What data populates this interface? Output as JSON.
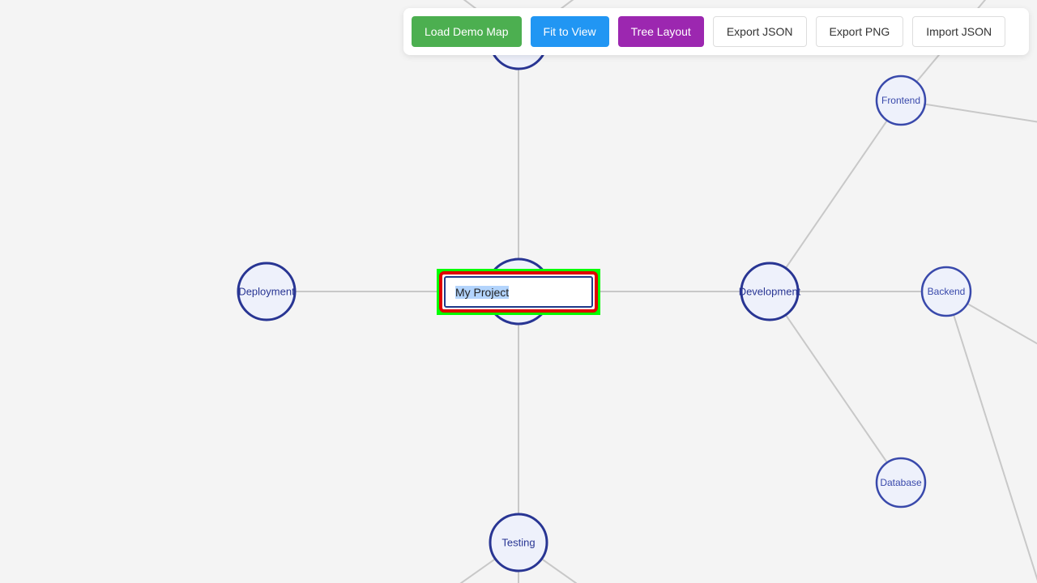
{
  "toolbar": {
    "buttons": [
      {
        "label": "Load Demo Map",
        "style": "green"
      },
      {
        "label": "Fit to View",
        "style": "blue"
      },
      {
        "label": "Tree Layout",
        "style": "purple"
      },
      {
        "label": "Export JSON",
        "style": "outline"
      },
      {
        "label": "Export PNG",
        "style": "outline"
      },
      {
        "label": "Import JSON",
        "style": "outline"
      }
    ]
  },
  "colors": {
    "green": "#4caf50",
    "blue": "#2196f3",
    "purple": "#9c27b0",
    "node_stroke": "#283593",
    "node_fill": "#eef1fb",
    "edge": "#c8c8c8",
    "background": "#f4f4f4"
  },
  "editor": {
    "value": "My Project"
  },
  "nodes": {
    "root": "My Project",
    "deployment": "Deployment",
    "development": "Development",
    "testing": "Testing",
    "frontend": "Frontend",
    "backend": "Backend",
    "database": "Database"
  }
}
